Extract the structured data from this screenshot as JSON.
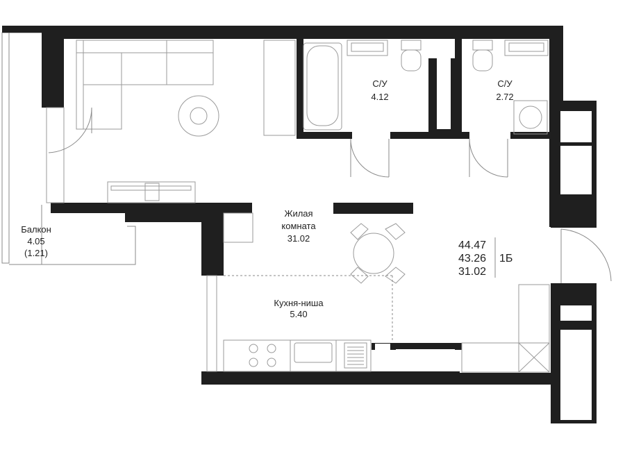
{
  "rooms": {
    "bathroom1": {
      "name": "С/У",
      "area": "4.12"
    },
    "bathroom2": {
      "name": "С/У",
      "area": "2.72"
    },
    "living": {
      "name_line1": "Жилая",
      "name_line2": "комната",
      "area": "31.02"
    },
    "kitchen": {
      "name": "Кухня-ниша",
      "area": "5.40"
    },
    "balcony": {
      "name": "Балкон",
      "area": "4.05",
      "area_reduced": "(1.21)"
    }
  },
  "summary": {
    "total_area": "44.47",
    "area_without_balcony": "43.26",
    "living_area": "31.02",
    "layout_code": "1Б"
  },
  "colors": {
    "wall": "#1f1f1f",
    "line": "#8a8a8a",
    "text": "#222222"
  }
}
